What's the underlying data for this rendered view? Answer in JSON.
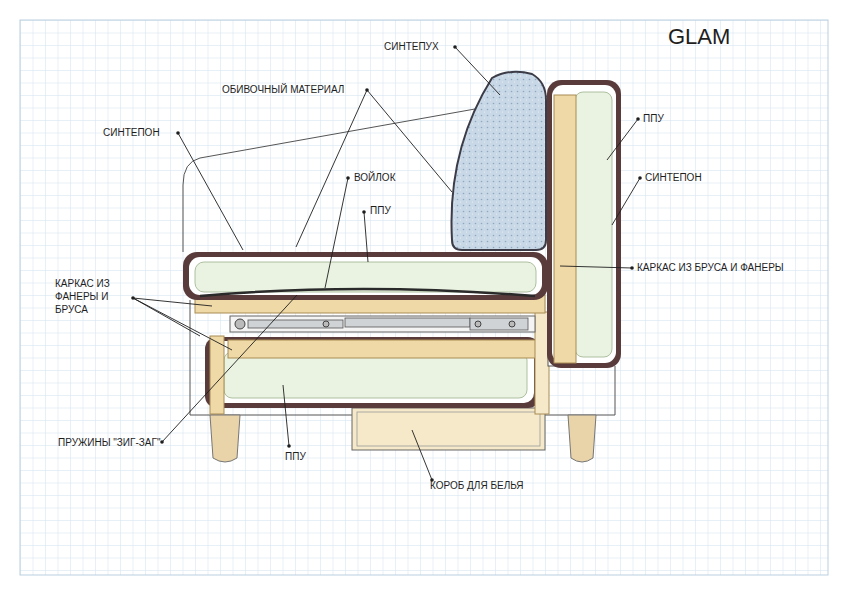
{
  "diagram": {
    "title": "GLAM",
    "labels": [
      "СИНТЕПУХ",
      "ОБИВОЧНЫЙ МАТЕРИАЛ",
      "ППУ",
      "СИНТЕПОН",
      "ВОЙЛОК",
      "СИНТЕПОН",
      "ППУ",
      "КАРКАС ИЗ БРУСА И ФАНЕРЫ",
      "КАРКАС ИЗ ФАНЕРЫ И БРУСА",
      "ПРУЖИНЫ \"ЗИГ-ЗАГ\"",
      "ППУ",
      "КОРОБ ДЛЯ БЕЛЬЯ"
    ]
  }
}
